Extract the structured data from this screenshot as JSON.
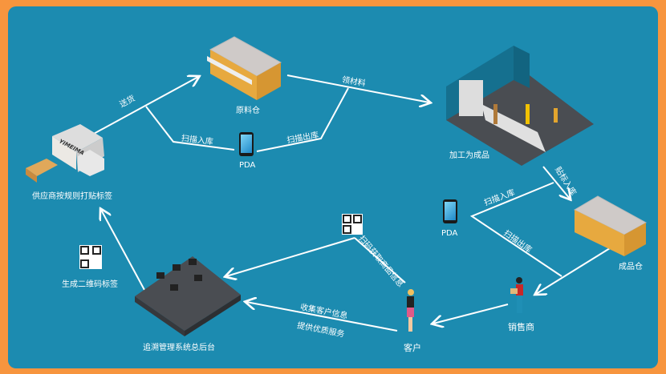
{
  "colors": {
    "frame": "#f7953e",
    "panel": "#1c8bb0",
    "line": "#ffffff"
  },
  "nodes": {
    "supplier": "供应商按规则打贴标签",
    "truck_brand": "YIMEIMA",
    "raw_warehouse": "原料仓",
    "pda1": "PDA",
    "factory": "加工为成品",
    "pda2": "PDA",
    "finished_warehouse": "成品仓",
    "seller": "销售商",
    "customer": "客户",
    "backend": "追溯管理系统总后台",
    "qr_generate": "生成二维码标签"
  },
  "edges": {
    "deliver": "送货",
    "scan_in_1": "扫描入库",
    "scan_out_1": "扫描出库",
    "get_material": "领材料",
    "label_in": "贴标入库",
    "scan_in_2": "扫描入库",
    "scan_out_2": "扫描出库",
    "scan_qr": "扫码获取商品信息",
    "collect_info": "收集客户信息",
    "provide_service": "提供优质服务"
  }
}
